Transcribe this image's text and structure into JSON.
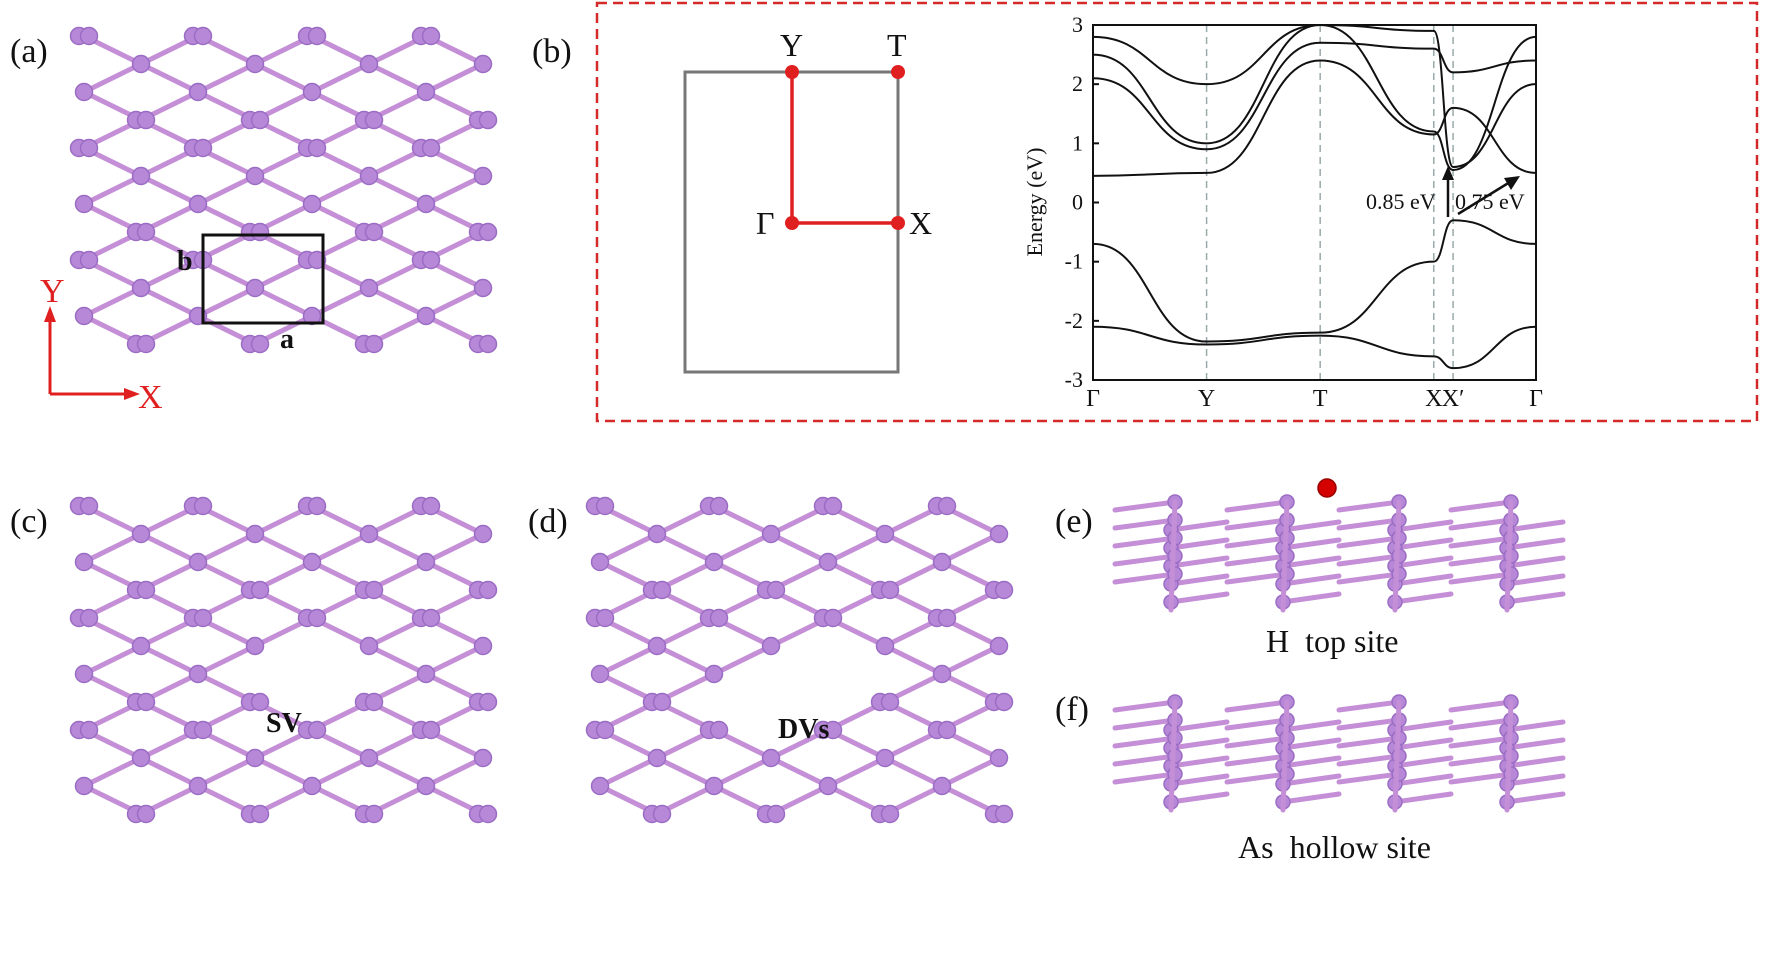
{
  "panels": {
    "a": {
      "label": "(a)",
      "lattice_a": "a",
      "lattice_b": "b",
      "axis_x": "X",
      "axis_y": "Y"
    },
    "b": {
      "label": "(b)",
      "bz_points": [
        "Y",
        "T",
        "Γ",
        "X"
      ]
    },
    "c": {
      "label": "(c)",
      "defect": "SV"
    },
    "d": {
      "label": "(d)",
      "defect": "DVs"
    },
    "e": {
      "label": "(e)",
      "site": "H  top site"
    },
    "f": {
      "label": "(f)",
      "site": "As  hollow site"
    }
  },
  "colors": {
    "atom": "#b888d8",
    "bond": "#c48fd6",
    "path": "#e02020",
    "adatom": "#d40000",
    "frame_dash": "#d42a2a"
  },
  "chart_data": {
    "type": "line",
    "title": "",
    "xlabel": "",
    "ylabel": "Energy (eV)",
    "x_ticks": [
      "Γ",
      "Y",
      "T",
      "X",
      "X′",
      "Γ"
    ],
    "x": [
      0,
      1,
      2,
      3,
      3.17,
      3.9
    ],
    "ylim": [
      -3,
      3
    ],
    "y_ticks": [
      3,
      2,
      1,
      0,
      -1,
      -2,
      -3
    ],
    "grid": false,
    "series": [
      {
        "values": [
          0.45,
          0.5,
          2.4,
          1.15,
          1.6,
          0.5
        ]
      },
      {
        "values": [
          -0.7,
          -2.35,
          -2.2,
          -1.0,
          -0.3,
          -0.7
        ]
      },
      {
        "values": [
          2.1,
          0.9,
          2.7,
          2.6,
          2.2,
          2.4
        ]
      },
      {
        "values": [
          2.5,
          1.0,
          3.0,
          1.2,
          0.55,
          2.8
        ]
      },
      {
        "values": [
          -2.1,
          -2.4,
          -2.25,
          -2.6,
          -2.8,
          -2.1
        ]
      },
      {
        "values": [
          2.8,
          2.0,
          3.2,
          2.9,
          0.6,
          2.0
        ]
      }
    ],
    "annotations": [
      "0.85 eV",
      "0.75 eV"
    ]
  }
}
